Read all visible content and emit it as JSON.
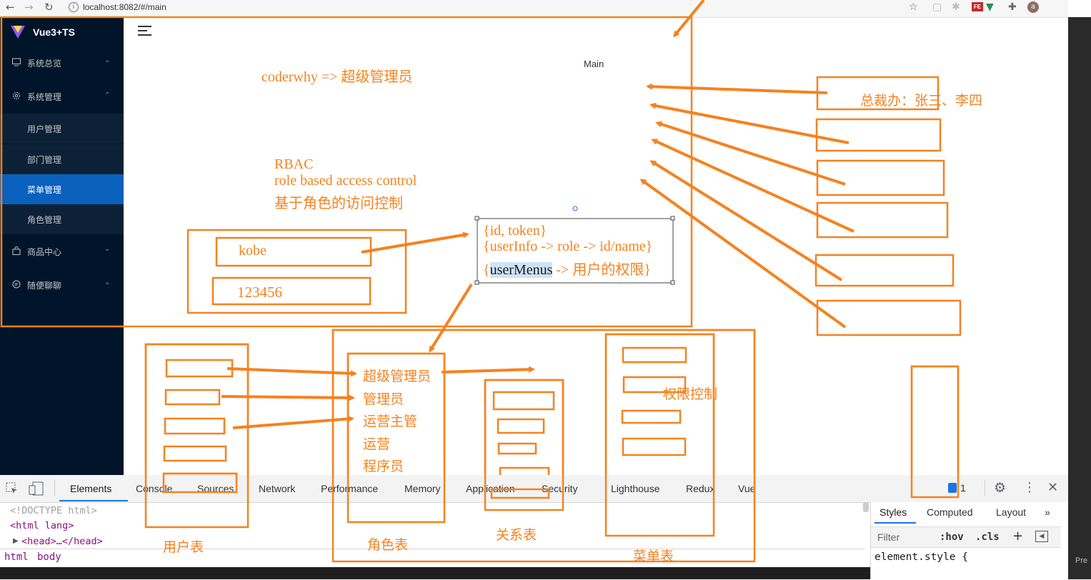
{
  "browser": {
    "url": "localhost:8082/#/main",
    "back_icon": "arrow-left-icon",
    "forward_icon": "arrow-right-icon",
    "reload_icon": "reload-icon",
    "avatar_letter": "a",
    "ext_label": "FE"
  },
  "app": {
    "title": "Vue3+TS",
    "main_label": "Main",
    "colors": {
      "sidebar": "#001529",
      "submenu": "#0c2135",
      "active": "#0a60bd",
      "annotation": "#f5821f"
    }
  },
  "sidebar": {
    "items": [
      {
        "label": "系统总览",
        "icon": "monitor-icon",
        "arrow": "chevron-down-icon"
      },
      {
        "label": "系统管理",
        "icon": "gear-icon",
        "arrow": "chevron-up-icon"
      },
      {
        "label": "商品中心",
        "icon": "bag-icon",
        "arrow": "chevron-down-icon"
      },
      {
        "label": "随便聊聊",
        "icon": "chat-icon",
        "arrow": "chevron-down-icon"
      }
    ],
    "submenu": [
      {
        "label": "用户管理"
      },
      {
        "label": "部门管理"
      },
      {
        "label": "菜单管理",
        "active": true
      },
      {
        "label": "角色管理"
      }
    ]
  },
  "annotations": {
    "coderwhy": "coderwhy => 超级管理员",
    "rbac_title": "RBAC",
    "rbac_en": "role based access control",
    "rbac_cn": "基于角色的访问控制",
    "username": "kobe",
    "password": "123456",
    "login_line1": "{id, token}",
    "login_line2": "{userInfo -> role -> id/name}",
    "login_line3_open": "{",
    "login_line3_highlight": "userMenus",
    "login_line3_rest": " -> 用户的权限}",
    "president": "总裁办：张三、李四",
    "roles": [
      "超级管理员",
      "管理员",
      "运营主管",
      "运营",
      "程序员"
    ],
    "permission_control": "权限控制",
    "user_table": "用户表",
    "role_table": "角色表",
    "relation_table": "关系表",
    "menu_table": "菜单表"
  },
  "devtools": {
    "tabs": [
      "Elements",
      "Console",
      "Sources",
      "Network",
      "Performance",
      "Memory",
      "Application",
      "Security",
      "Lighthouse",
      "Redux",
      "Vue"
    ],
    "active_tab": "Elements",
    "issues_count": "1",
    "code": [
      "<!DOCTYPE html>",
      "<html lang>",
      "<head>…</head>"
    ],
    "breadcrumbs": [
      "html",
      "body"
    ],
    "styles_tabs": [
      "Styles",
      "Computed",
      "Layout",
      "»"
    ],
    "filter_placeholder": "Filter",
    "hov": ":hov",
    "cls": ".cls",
    "plus": "+",
    "element_style": "element.style {",
    "right_hint": "Pre"
  }
}
